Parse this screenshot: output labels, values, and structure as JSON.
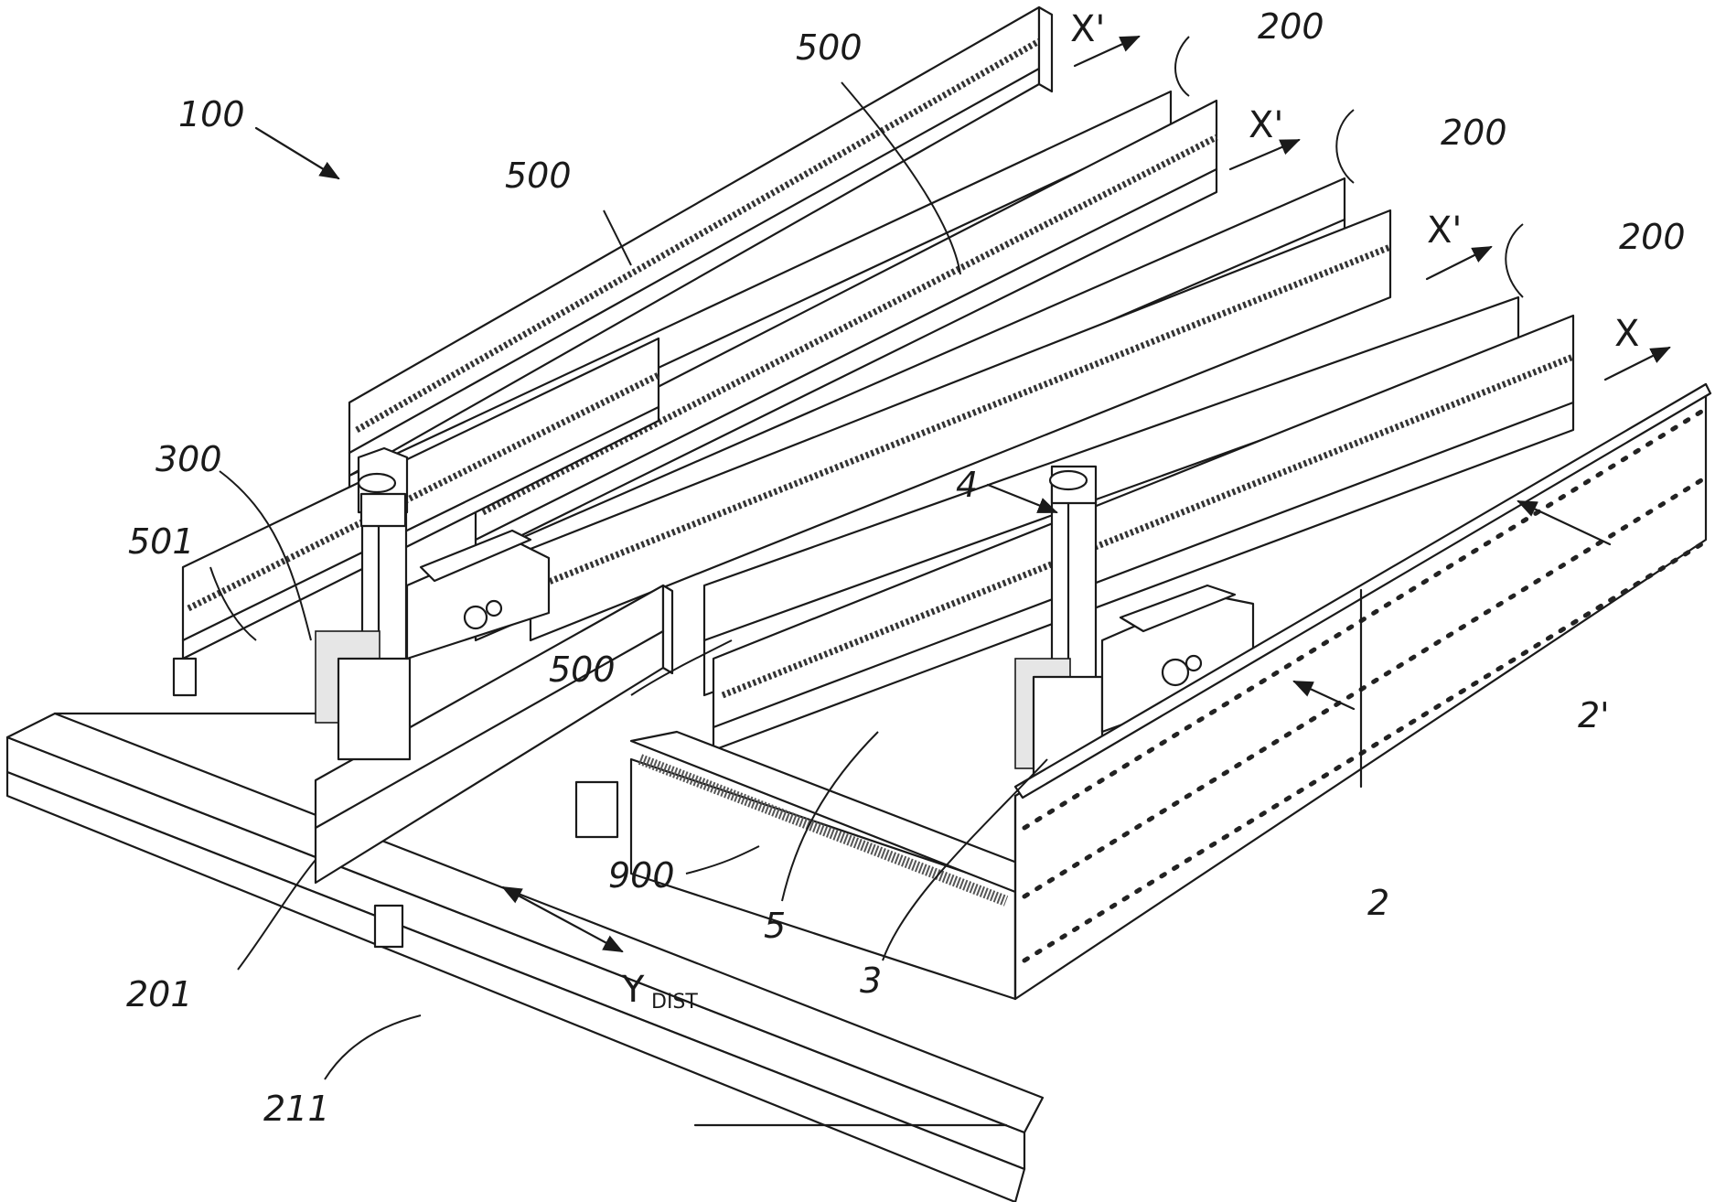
{
  "labels": {
    "l100": "100",
    "l200a": "200",
    "l200b": "200",
    "l200c": "200",
    "l500a": "500",
    "l500b": "500",
    "l500c": "500",
    "l300": "300",
    "l501": "501",
    "l201": "201",
    "l211": "211",
    "l900": "900",
    "l2": "2",
    "l2p": "2'",
    "l3": "3",
    "l4": "4",
    "l5": "5",
    "xp1": "X'",
    "xp2": "X'",
    "xp3": "X'",
    "x": "X",
    "y": "Y",
    "ysub": "DIST"
  }
}
